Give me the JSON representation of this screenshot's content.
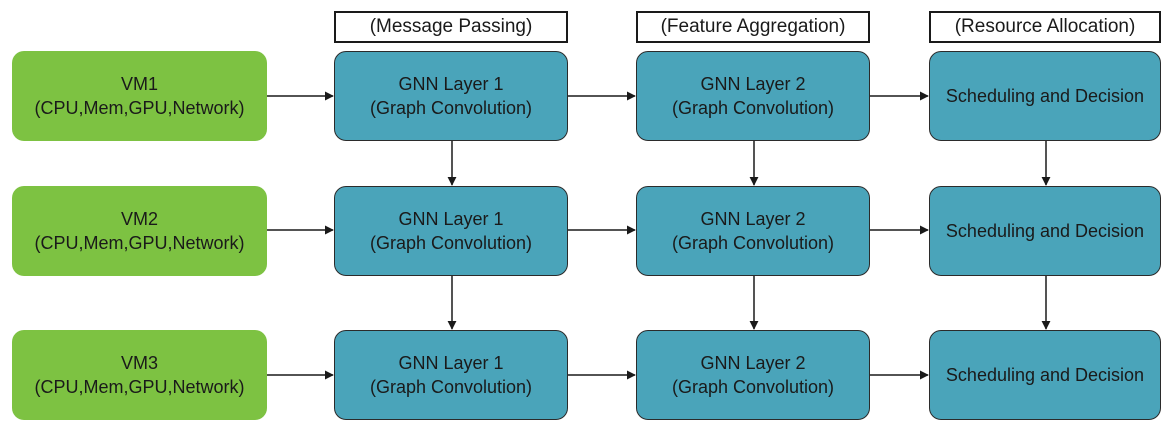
{
  "headers": {
    "message_passing": "(Message Passing)",
    "feature_aggregation": "(Feature Aggregation)",
    "resource_allocation": "(Resource Allocation)"
  },
  "rows": [
    {
      "vm": {
        "name": "VM1",
        "specs": "(CPU,Mem,GPU,Network)"
      },
      "gnn1": {
        "title": "GNN Layer 1",
        "subtitle": "(Graph Convolution)"
      },
      "gnn2": {
        "title": "GNN Layer 2",
        "subtitle": "(Graph Convolution)"
      },
      "decision": {
        "label": "Scheduling and Decision"
      }
    },
    {
      "vm": {
        "name": "VM2",
        "specs": "(CPU,Mem,GPU,Network)"
      },
      "gnn1": {
        "title": "GNN Layer 1",
        "subtitle": "(Graph Convolution)"
      },
      "gnn2": {
        "title": "GNN Layer 2",
        "subtitle": "(Graph Convolution)"
      },
      "decision": {
        "label": "Scheduling and Decision"
      }
    },
    {
      "vm": {
        "name": "VM3",
        "specs": "(CPU,Mem,GPU,Network)"
      },
      "gnn1": {
        "title": "GNN Layer 1",
        "subtitle": "(Graph Convolution)"
      },
      "gnn2": {
        "title": "GNN Layer 2",
        "subtitle": "(Graph Convolution)"
      },
      "decision": {
        "label": "Scheduling and Decision"
      }
    }
  ],
  "colors": {
    "vm_fill": "#7dc242",
    "layer_fill": "#4aa4ba",
    "arrow": "#1a1a1a"
  }
}
